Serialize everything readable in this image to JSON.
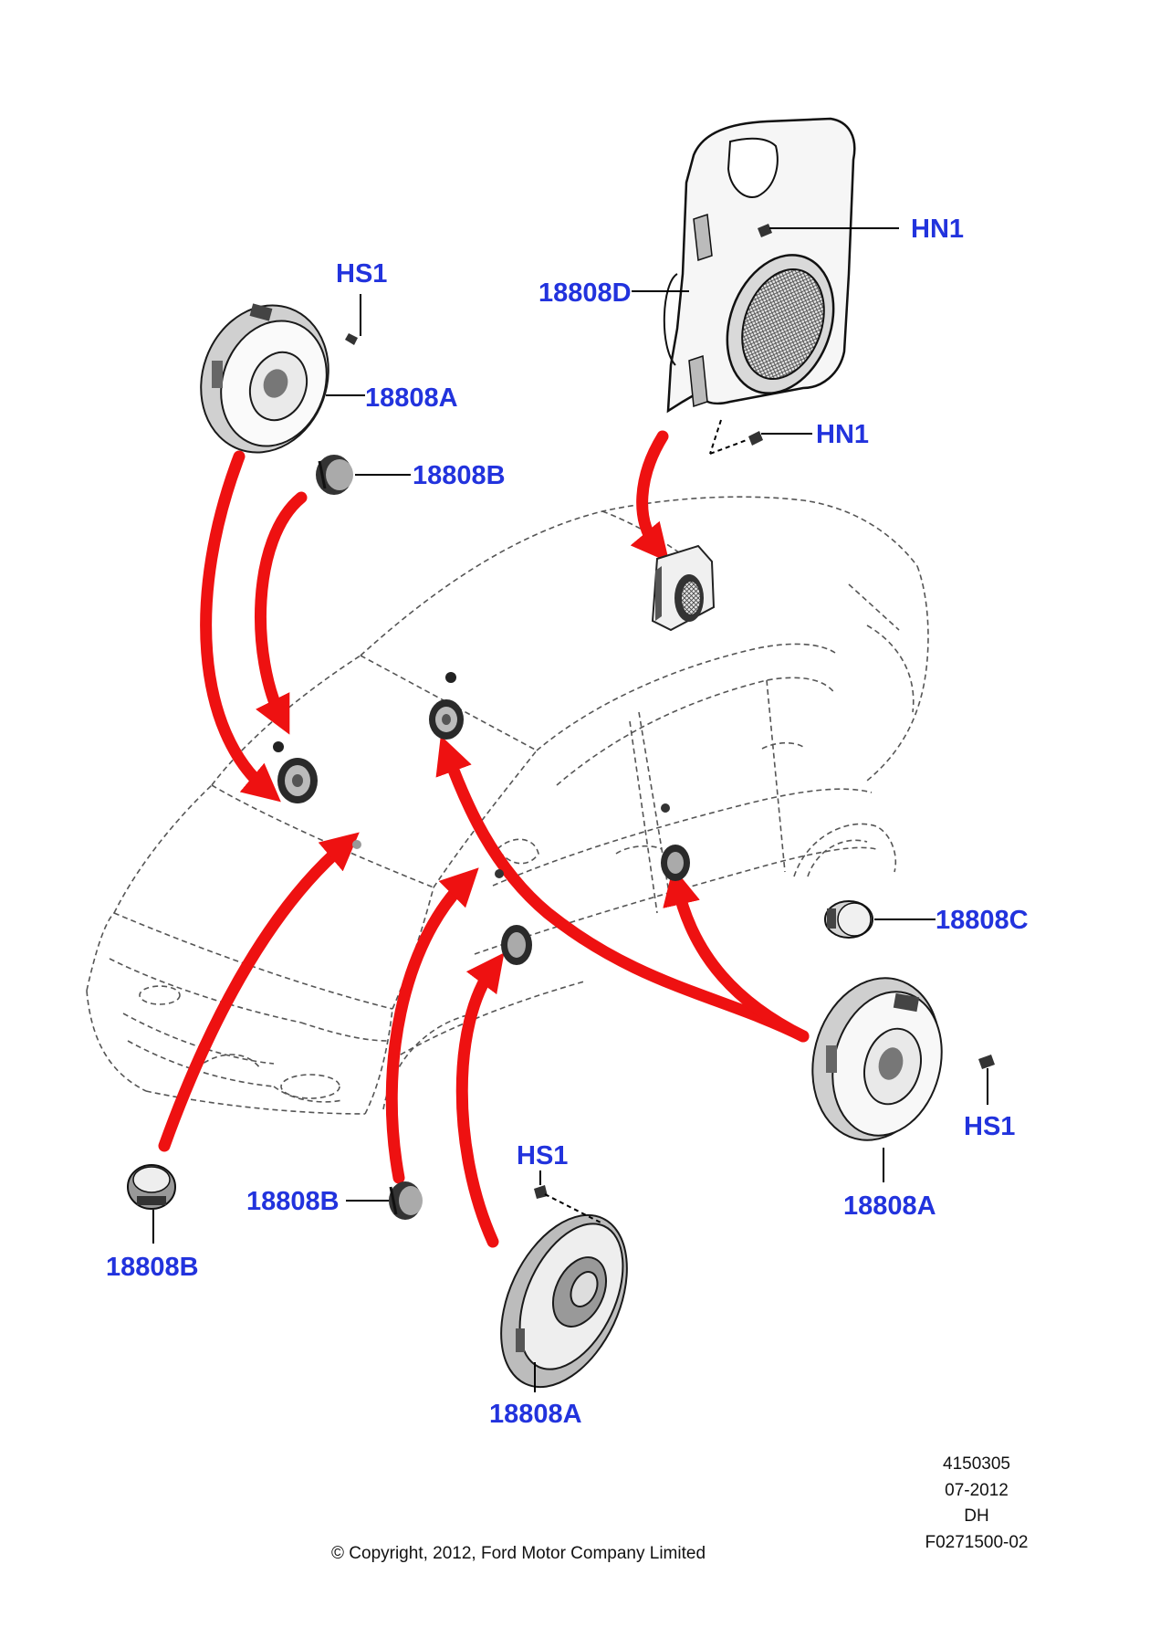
{
  "colors": {
    "callout": "#2233dd",
    "arrow": "#ee1111",
    "part_dark": "#2a2a2a",
    "part_mid": "#8a8a8a",
    "part_light": "#d6d6d6"
  },
  "callouts": {
    "hs1_top_left": "HS1",
    "a_top_left": "18808A",
    "b_top_left": "18808B",
    "d_subwoofer": "18808D",
    "hn1_upper": "HN1",
    "hn1_lower": "HN1",
    "c_right": "18808C",
    "a_right": "18808A",
    "hs1_right": "HS1",
    "b_bottom_left": "18808B",
    "b_bottom_mid": "18808B",
    "hs1_bottom": "HS1",
    "a_bottom": "18808A"
  },
  "footer": {
    "copyright": "© Copyright, 2012, Ford Motor Company Limited",
    "ref_number": "4150305",
    "date": "07-2012",
    "code": "DH",
    "figure_id": "F0271500-02"
  }
}
